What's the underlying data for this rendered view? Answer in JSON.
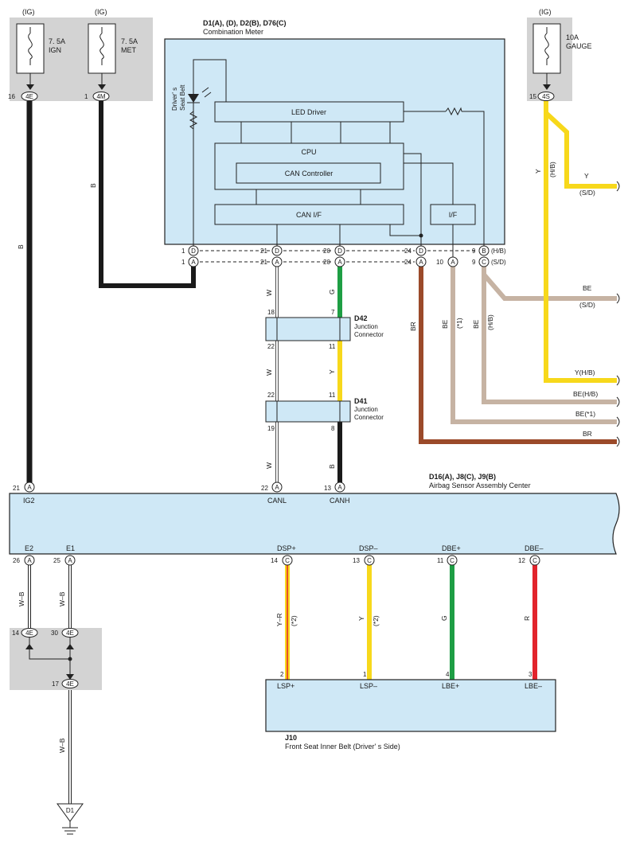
{
  "fuses": {
    "ign": {
      "supply": "(IG)",
      "rating": "7. 5A",
      "name": "IGN",
      "pin": "16",
      "conn": "4E"
    },
    "met": {
      "supply": "(IG)",
      "rating": "7. 5A",
      "name": "MET",
      "pin": "1",
      "conn": "4M"
    },
    "gauge": {
      "supply": "(IG)",
      "rating": "10A",
      "name": "GAUGE",
      "pin": "15",
      "conn": "4S"
    }
  },
  "meter": {
    "title": "D1(A), (D), D2(B), D76(C)",
    "name": "Combination Meter",
    "seatbelt_label_1": "Driver' s",
    "seatbelt_label_2": "Seat Belt",
    "blocks": {
      "led_driver": "LED Driver",
      "cpu": "CPU",
      "can_controller": "CAN Controller",
      "can_if": "CAN I/F",
      "if": "I/F"
    },
    "row1": {
      "p1": "1",
      "c1": "D",
      "p2": "21",
      "c2": "D",
      "p3": "20",
      "c3": "D",
      "p4": "24",
      "c4": "D",
      "p5": "9",
      "c5": "B",
      "variant": "(H/B)"
    },
    "row2": {
      "p1": "1",
      "c1": "A",
      "p2": "21",
      "c2": "A",
      "p3": "20",
      "c3": "A",
      "p4": "24",
      "c4": "A",
      "p5": "10",
      "c5": "A",
      "p6": "9",
      "c6": "C",
      "variant": "(S/D)"
    }
  },
  "junctions": {
    "d42": {
      "id": "D42",
      "line1": "Junction",
      "line2": "Connector",
      "pin_tl": "18",
      "pin_tr": "7",
      "pin_bl": "22",
      "pin_br": "11"
    },
    "d41": {
      "id": "D41",
      "line1": "Junction",
      "line2": "Connector",
      "pin_tl": "22",
      "pin_tr": "11",
      "pin_bl": "19",
      "pin_br": "8"
    }
  },
  "airbag": {
    "title": "D16(A), J8(C), J9(B)",
    "name": "Airbag Sensor Assembly Center",
    "ig2": {
      "pin": "21",
      "conn": "A",
      "label": "IG2"
    },
    "canl": {
      "pin": "22",
      "conn": "A",
      "label": "CANL"
    },
    "canh": {
      "pin": "13",
      "conn": "A",
      "label": "CANH"
    },
    "e2": {
      "pin": "26",
      "conn": "A",
      "label": "E2"
    },
    "e1": {
      "pin": "25",
      "conn": "A",
      "label": "E1"
    },
    "dspp": {
      "pin": "14",
      "conn": "C",
      "label": "DSP+"
    },
    "dspm": {
      "pin": "13",
      "conn": "C",
      "label": "DSP–"
    },
    "dbep": {
      "pin": "11",
      "conn": "C",
      "label": "DBE+"
    },
    "dbem": {
      "pin": "12",
      "conn": "C",
      "label": "DBE–"
    }
  },
  "ground_junction": {
    "pin_a": "14",
    "pin_b": "30",
    "pin_c": "17",
    "conn": "4E"
  },
  "ground": {
    "id": "D1"
  },
  "belt": {
    "id": "J10",
    "name": "Front Seat Inner Belt (Driver' s Side)",
    "terminals": [
      {
        "pin": "2",
        "label": "LSP+"
      },
      {
        "pin": "1",
        "label": "LSP–"
      },
      {
        "pin": "4",
        "label": "LBE+"
      },
      {
        "pin": "3",
        "label": "LBE–"
      }
    ]
  },
  "wires": {
    "ign": "B",
    "met": "B",
    "canl": "W",
    "canh_top": "G",
    "canh_mid": "Y",
    "canh_bot": "B",
    "br": "BR",
    "be_1": "BE",
    "be_1_note": "(*1)",
    "be_hb": "BE",
    "be_hb_note": "(H/B)",
    "gauge_y": "Y",
    "gauge_hb": "(H/B)",
    "e2": "W–B",
    "e1": "W–B",
    "ground": "W–B",
    "lsp_p": "Y–R",
    "lsp_p_note": "(*2)",
    "lsp_m": "Y",
    "lsp_m_note": "(*2)",
    "lbe_p": "G",
    "lbe_m": "R"
  },
  "right_exits": {
    "y_sd": "Y",
    "y_sd_note": "(S/D)",
    "be_sd": "BE",
    "be_sd_note": "(S/D)",
    "y_hb": "Y(H/B)",
    "be_hb": "BE(H/B)",
    "be_1": "BE(*1)",
    "br": "BR"
  },
  "colors": {
    "black": "#1a1a1a",
    "white": "#ffffff",
    "green": "#1e9e44",
    "yellow": "#f7d81b",
    "brown": "#9b4a2a",
    "beige": "#c6b3a3",
    "red": "#e2242c",
    "box": "#cfe8f6",
    "fusebg": "#d3d3d3"
  }
}
